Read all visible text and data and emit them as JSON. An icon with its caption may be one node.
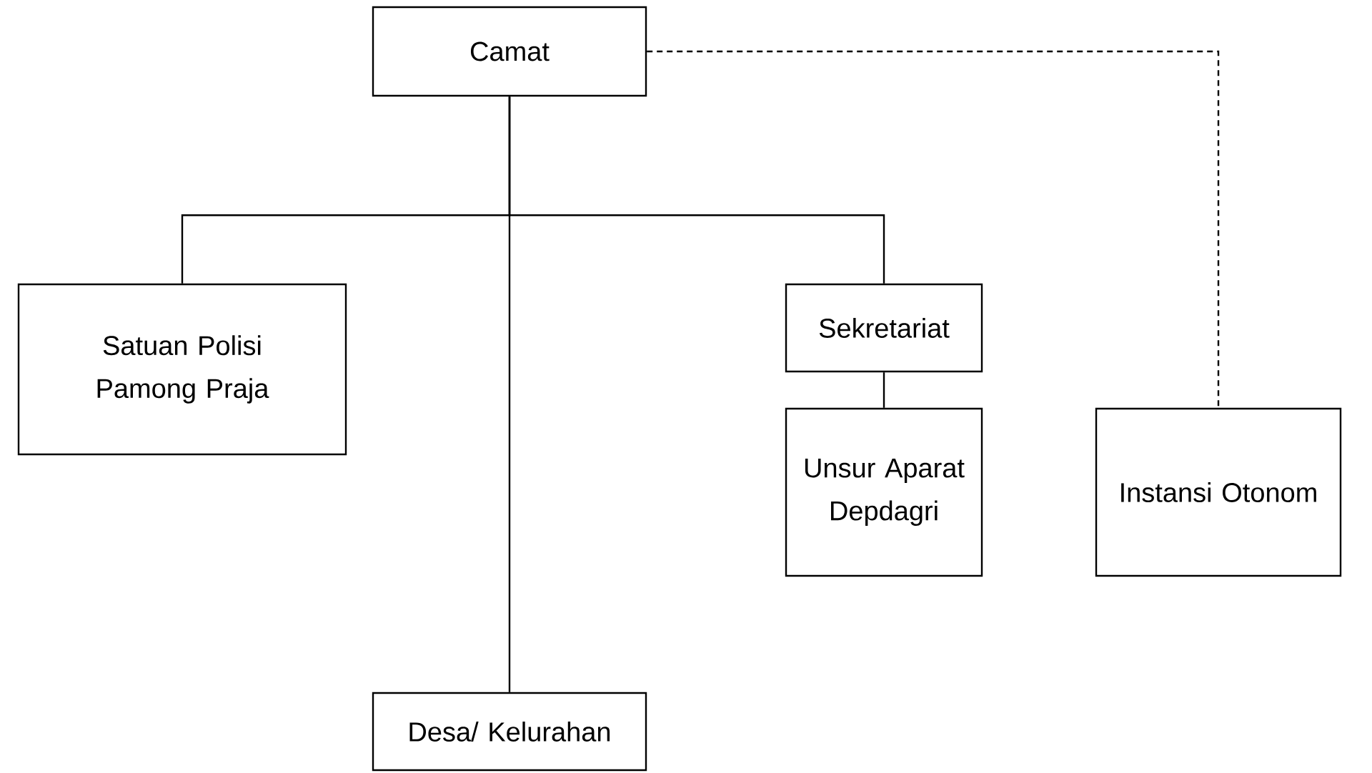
{
  "diagram": {
    "nodes": [
      {
        "text": [
          "Camat"
        ]
      },
      {
        "text": [
          "Satuan Polisi Pamong Praja"
        ]
      },
      {
        "text": [
          "Sekretariat"
        ]
      },
      {
        "text": [
          "Unsur Aparat Depdagri"
        ]
      },
      {
        "text": [
          "Instansi Otonom"
        ]
      },
      {
        "text": [
          "Desa/ Kelurahan"
        ]
      }
    ],
    "edges": [
      {
        "from": 0,
        "to": 1,
        "arrow": "none"
      },
      {
        "from": 0,
        "to": 2,
        "arrow": "none"
      },
      {
        "from": 2,
        "to": 3,
        "arrow": "none"
      },
      {
        "from": 0,
        "to": 4,
        "arrow": "none",
        "style": "dashed"
      },
      {
        "from": 0,
        "to": 5,
        "arrow": "none"
      }
    ]
  }
}
